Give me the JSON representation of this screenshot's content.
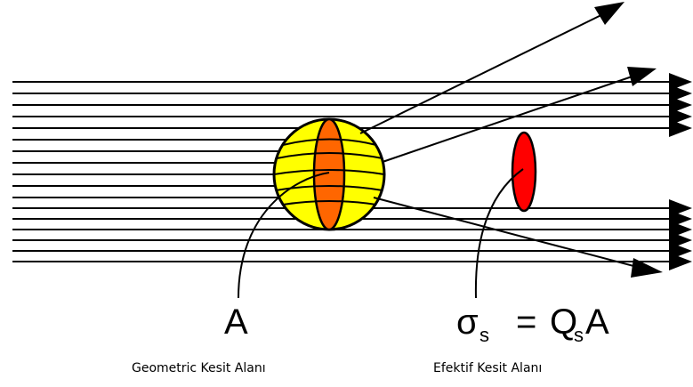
{
  "labels": {
    "geometric_symbol": "A",
    "geometric_caption": "Geometric Kesit Alanı",
    "effective_sigma": "σ",
    "effective_sigma_sub": "s",
    "effective_equals": "=",
    "effective_q": "Q",
    "effective_q_sub": "s",
    "effective_a": "A",
    "effective_caption": "Efektif Kesit Alanı"
  },
  "colors": {
    "sphere_fill": "#ffff00",
    "sphere_band": "#ff6600",
    "effective_area_fill": "#ff0000",
    "line": "#000000"
  }
}
